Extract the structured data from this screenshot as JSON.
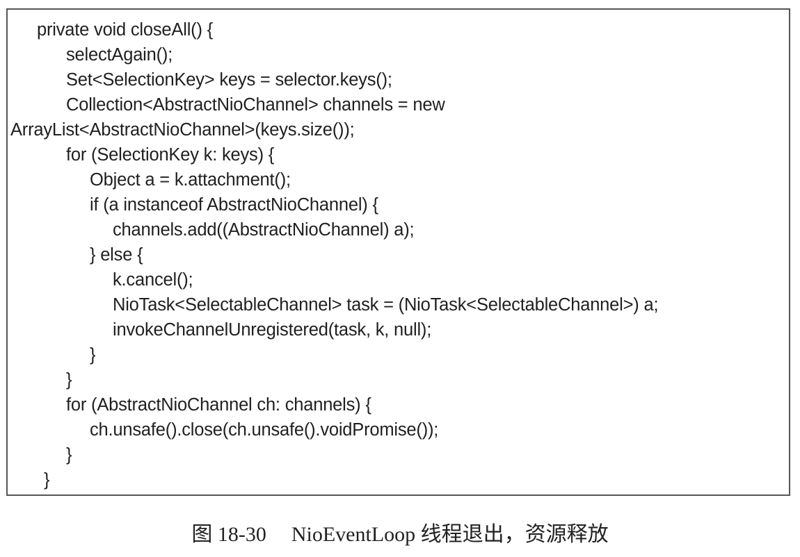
{
  "code": {
    "lines": [
      "private void closeAll() {",
      "selectAgain();",
      "Set<SelectionKey> keys = selector.keys();",
      "Collection<AbstractNioChannel> channels = new",
      "ArrayList<AbstractNioChannel>(keys.size());",
      "for (SelectionKey k: keys) {",
      "Object a = k.attachment();",
      "if (a instanceof AbstractNioChannel) {",
      "channels.add((AbstractNioChannel) a);",
      "} else {",
      "k.cancel();",
      "NioTask<SelectableChannel> task = (NioTask<SelectableChannel>) a;",
      "invokeChannelUnregistered(task, k, null);",
      "}",
      "}",
      "for (AbstractNioChannel ch: channels) {",
      "ch.unsafe().close(ch.unsafe().voidPromise());",
      "}",
      "}"
    ]
  },
  "caption": {
    "label": "图 18-30",
    "text": "NioEventLoop 线程退出，资源释放"
  }
}
